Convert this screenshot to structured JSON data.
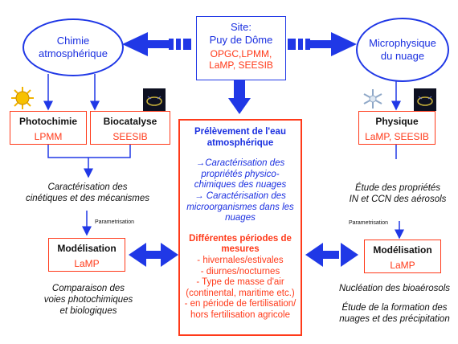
{
  "site": {
    "line1": "Site:",
    "line2": "Puy de Dôme",
    "line3": "OPGC,LPMM,",
    "line4": "LaMP, SEESIB"
  },
  "left_ellipse": {
    "line1": "Chimie",
    "line2": "atmosphérique"
  },
  "right_ellipse": {
    "line1": "Microphysique",
    "line2": "du nuage"
  },
  "photochimie": {
    "title": "Photochimie",
    "sub": "LPMM"
  },
  "biocatalyse": {
    "title": "Biocatalyse",
    "sub": "SEESIB"
  },
  "physique": {
    "title": "Physique",
    "sub": "LaMP, SEESIB"
  },
  "left_caract": {
    "line1": "Caractérisation des",
    "line2": "cinétiques et des mécanismes"
  },
  "right_caract": {
    "line1": "Étude des propriétés",
    "line2": "IN et CCN des aérosols"
  },
  "param_left": "Parametrisation",
  "param_right": "Parametrisation",
  "modelisation_left": {
    "title": "Modélisation",
    "sub": "LaMP"
  },
  "modelisation_right": {
    "title": "Modélisation",
    "sub": "LaMP"
  },
  "left_bottom": {
    "line1": "Comparaison des",
    "line2": "voies photochimiques",
    "line3": "et biologiques"
  },
  "right_bottom": {
    "line1": "Nucléation des bioaérosols",
    "line2": "Étude de la formation des",
    "line3": "nuages et des précipitation"
  },
  "center": {
    "title1": "Prélèvement de l'eau",
    "title2": "atmosphérique",
    "c1": "→Caractérisation des",
    "c2": "propriétés physico-",
    "c3": "chimiques des nuages",
    "c4": "→ Caractérisation des",
    "c5": "microorganismes dans les",
    "c6": "nuages",
    "p1": "Différentes périodes de",
    "p2": "mesures",
    "p3": "- hivernales/estivales",
    "p4": "- diurnes/nocturnes",
    "p5": "- Type de masse d'air",
    "p6": "(continental, maritime etc.)",
    "p7": "- en période de fertilisation/",
    "p8": "hors fertilisation agricole"
  },
  "colors": {
    "blue": "#2038e6",
    "red": "#ff3a1a"
  }
}
